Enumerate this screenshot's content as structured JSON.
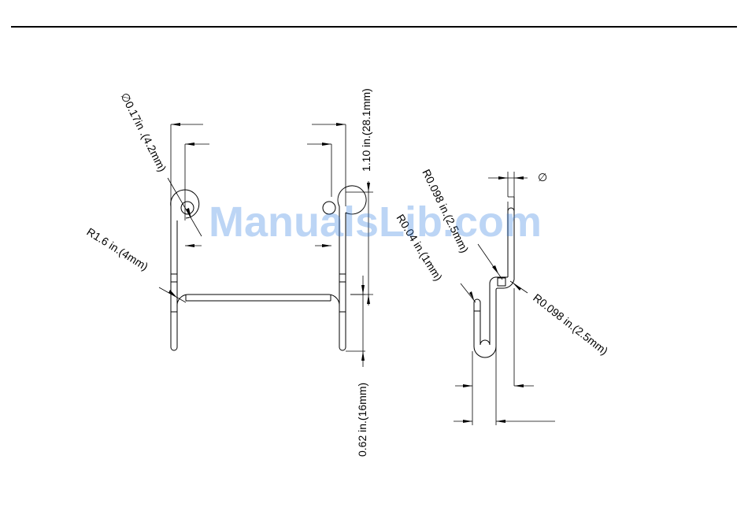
{
  "watermark": "ManualsLib.com",
  "left_view": {
    "dims": {
      "diameter": "∅0.17in .(4.2mm)",
      "radius": "R1.6 in.(4mm)",
      "height": "1.10 in.(28.1mm)",
      "leg": "0.62 in.(16mm)"
    }
  },
  "right_view": {
    "dims": {
      "radius_top": "R0.098 in.(2.5mm)",
      "radius_small": "R0.04 in.(1mm)",
      "radius_right": "R0.098 in.(2.5mm)",
      "diameter": "∅"
    }
  }
}
